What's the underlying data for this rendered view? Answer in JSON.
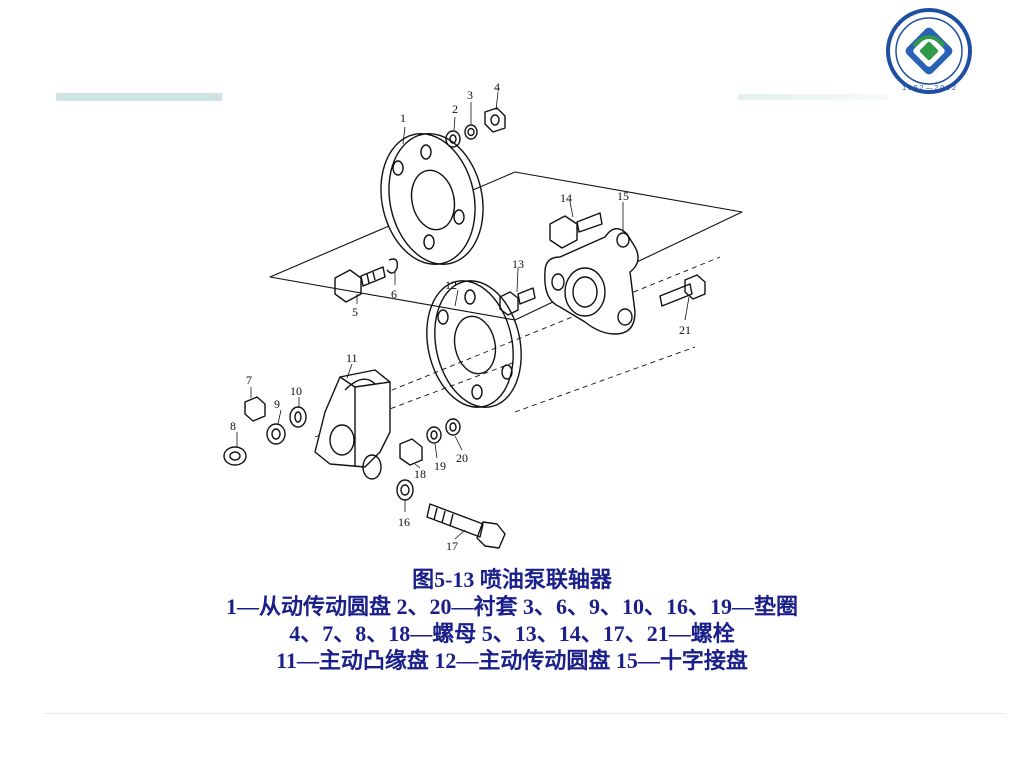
{
  "figure": {
    "title": "图5-13  喷油泵联轴器",
    "legend_lines": [
      "1—从动传动圆盘 2、20—衬套 3、6、9、10、16、19—垫圈",
      "4、7、8、18—螺母 5、13、14、17、21—螺栓",
      "11—主动凸缘盘 12—主动传动圆盘 15—十字接盘"
    ],
    "part_labels": [
      "1",
      "2",
      "3",
      "4",
      "5",
      "6",
      "7",
      "8",
      "9",
      "10",
      "11",
      "12",
      "13",
      "14",
      "15",
      "16",
      "17",
      "18",
      "19",
      "20",
      "21"
    ]
  },
  "logo": {
    "icon": "university-emblem-icon",
    "years": "1 9 5 2 — 2 0 0 2",
    "colors": {
      "ring": "#1f4fa0",
      "green": "#2e9a4a",
      "blue": "#2a62b8"
    }
  },
  "colors": {
    "caption": "#1a1f8a",
    "accent_bar": "#cfe3e3",
    "line": "#111111"
  }
}
